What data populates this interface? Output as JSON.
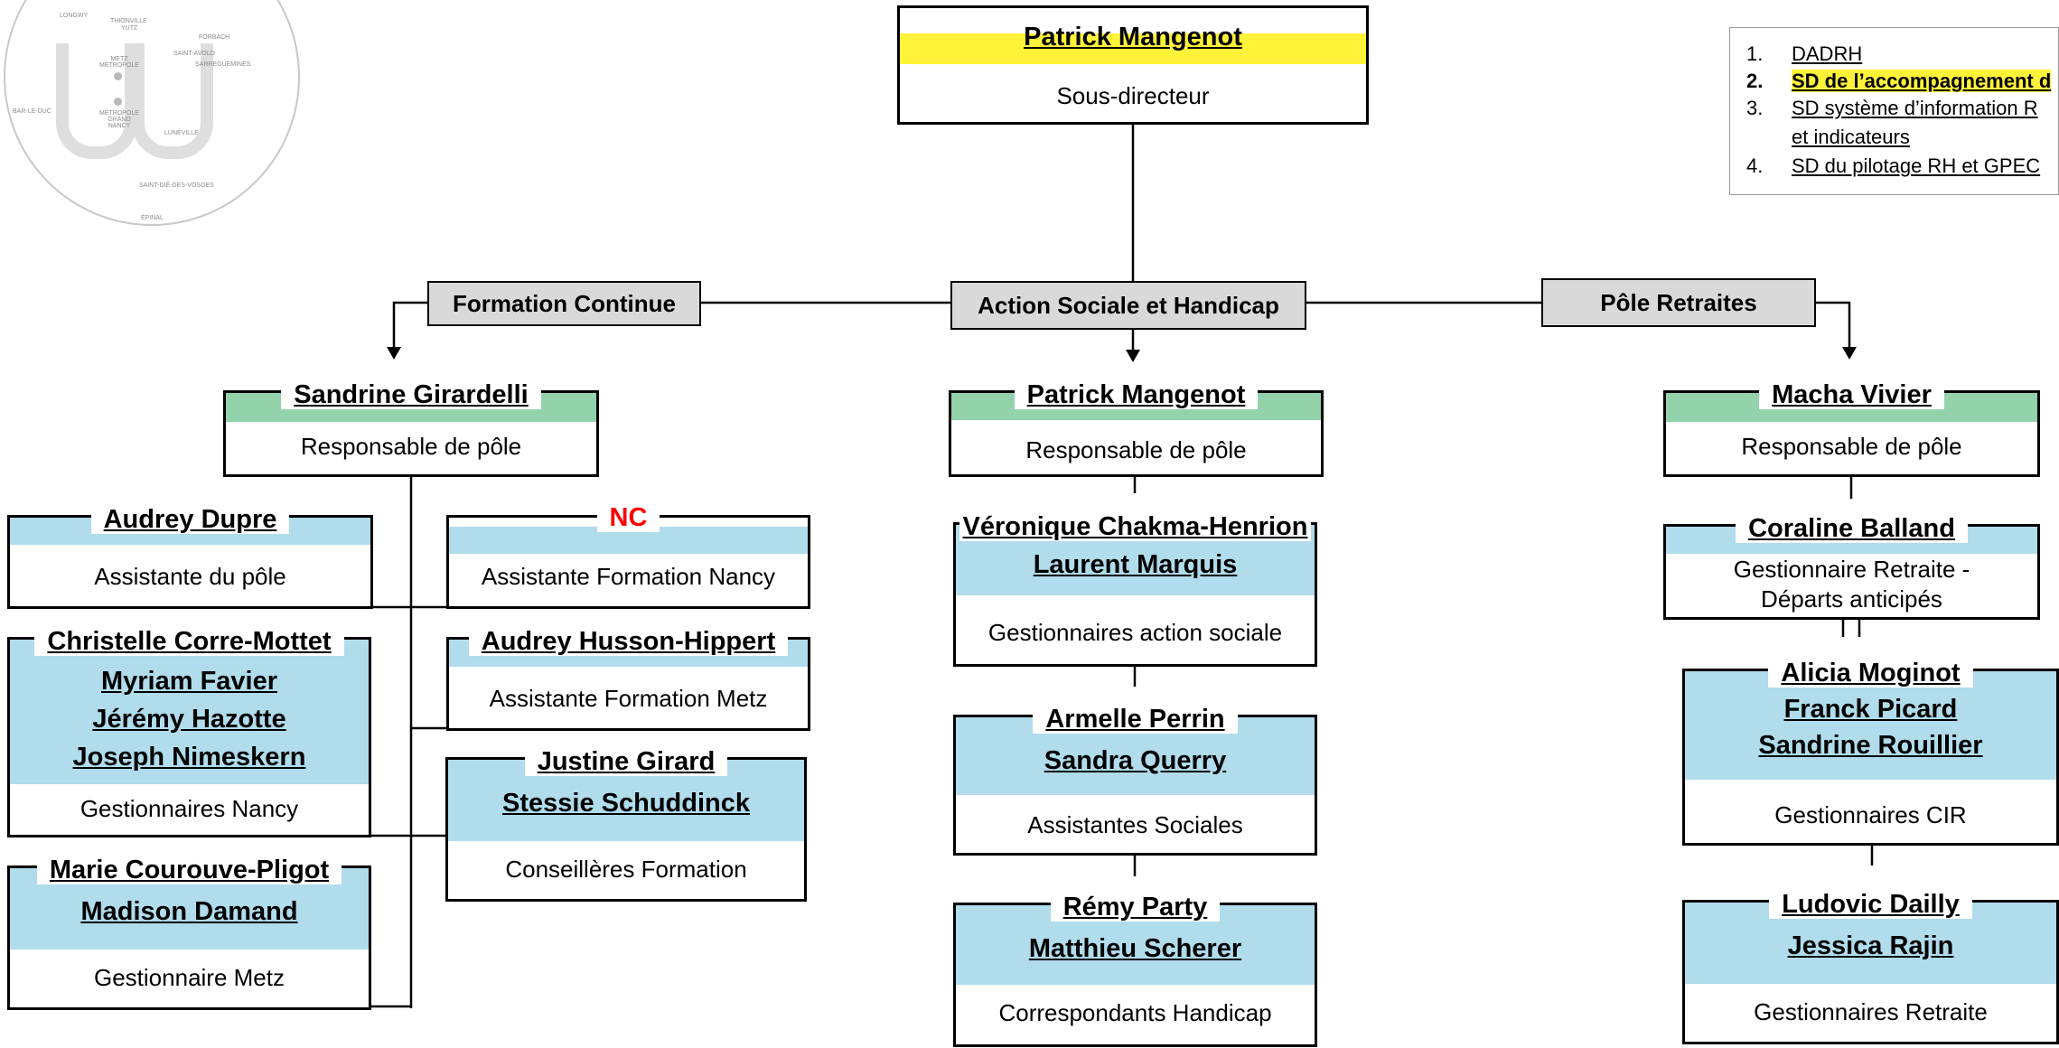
{
  "logo": {
    "places": [
      "LONGWY",
      "THIONVILLE",
      "YUTZ",
      "METZ MÉTROPOLE",
      "FORBACH",
      "SAINT-AVOLD",
      "SARREGUEMINES",
      "BAR-LE-DUC",
      "MÉTROPOLE GRAND NANCY",
      "LUNÉVILLE",
      "SAINT-DIÉ-DES-VOSGES",
      "ÉPINAL"
    ]
  },
  "legend": {
    "items": [
      {
        "num": "1.",
        "label": "DADRH"
      },
      {
        "num": "2.",
        "label": "SD de l’accompagnement d"
      },
      {
        "num": "3.",
        "label": "SD système d’information R"
      },
      {
        "num": "",
        "label": "et indicateurs"
      },
      {
        "num": "4.",
        "label": "SD du pilotage RH et GPEC"
      }
    ],
    "highlight_color": "#fff33a"
  },
  "top": {
    "name": "Patrick Mangenot",
    "role": "Sous-directeur"
  },
  "sections": {
    "left": "Formation Continue",
    "center": "Action Sociale et Handicap",
    "right": "Pôle Retraites"
  },
  "left": {
    "head": {
      "name": "Sandrine Girardelli",
      "role": "Responsable de pôle"
    },
    "assistante_pole": {
      "name": "Audrey Dupre",
      "role": "Assistante du pôle"
    },
    "nancy_team": {
      "names": [
        "Christelle Corre-Mottet",
        "Myriam Favier",
        "Jérémy Hazotte",
        "Joseph Nimeskern"
      ],
      "role": "Gestionnaires Nancy"
    },
    "metz_team": {
      "names": [
        "Marie Courouve-Pligot",
        "Madison Damand"
      ],
      "role": "Gestionnaire Metz"
    },
    "formation_nancy": {
      "name": "NC",
      "role": "Assistante Formation Nancy"
    },
    "formation_metz": {
      "name": "Audrey Husson-Hippert",
      "role": "Assistante Formation Metz"
    },
    "conseilleres": {
      "names": [
        "Justine Girard",
        "Stessie Schuddinck"
      ],
      "role": "Conseillères Formation"
    }
  },
  "center": {
    "head": {
      "name": "Patrick Mangenot",
      "role": "Responsable de pôle"
    },
    "action_sociale": {
      "names": [
        "Véronique Chakma-Henrion",
        "Laurent Marquis"
      ],
      "role": "Gestionnaires action sociale"
    },
    "assistantes": {
      "names": [
        "Armelle Perrin",
        "Sandra Querry"
      ],
      "role": "Assistantes Sociales"
    },
    "handicap": {
      "names": [
        "Rémy Party",
        "Matthieu Scherer"
      ],
      "role": "Correspondants Handicap"
    }
  },
  "right": {
    "head": {
      "name": "Macha Vivier",
      "role": "Responsable de pôle"
    },
    "departs": {
      "name": "Coraline Balland",
      "role_lines": [
        "Gestionnaire Retraite -",
        "Départs anticipés"
      ]
    },
    "cir": {
      "names": [
        "Alicia Moginot",
        "Franck Picard",
        "Sandrine Rouillier"
      ],
      "role": "Gestionnaires CIR"
    },
    "retraite": {
      "names": [
        "Ludovic Dailly",
        "Jessica Rajin"
      ],
      "role": "Gestionnaires Retraite"
    }
  },
  "colors": {
    "green": "#93d3ac",
    "blue": "#b0dcec",
    "yellow": "#fff33a",
    "section_gray": "#d9d9d9",
    "nc_red": "#ff0000"
  }
}
